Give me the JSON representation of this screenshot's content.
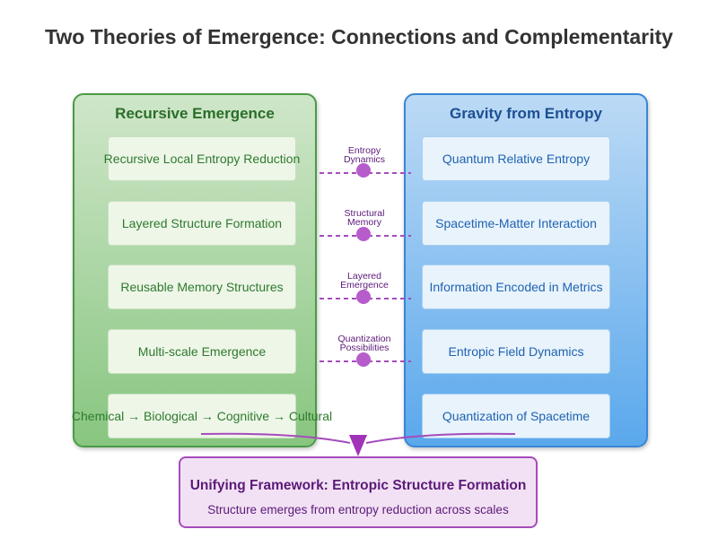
{
  "title": "Two Theories of Emergence: Connections and Complementarity",
  "left_panel": {
    "title": "Recursive Emergence",
    "items": [
      "Recursive Local Entropy Reduction",
      "Layered Structure Formation",
      "Reusable Memory Structures",
      "Multi-scale Emergence",
      "Chemical → Biological → Cognitive → Cultural"
    ]
  },
  "right_panel": {
    "title": "Gravity from Entropy",
    "items": [
      "Quantum Relative Entropy",
      "Spacetime-Matter Interaction",
      "Information Encoded in Metrics",
      "Entropic Field Dynamics",
      "Quantization of Spacetime"
    ]
  },
  "connections": [
    {
      "line1": "Entropy",
      "line2": "Dynamics"
    },
    {
      "line1": "Structural",
      "line2": "Memory"
    },
    {
      "line1": "Layered",
      "line2": "Emergence"
    },
    {
      "line1": "Quantization",
      "line2": "Possibilities"
    }
  ],
  "framework": {
    "title": "Unifying Framework: Entropic Structure Formation",
    "subtitle": "Structure emerges from entropy reduction across scales"
  },
  "colors": {
    "left_accent": "#4a9b45",
    "right_accent": "#3a86d6",
    "connector": "#a54cbc"
  }
}
